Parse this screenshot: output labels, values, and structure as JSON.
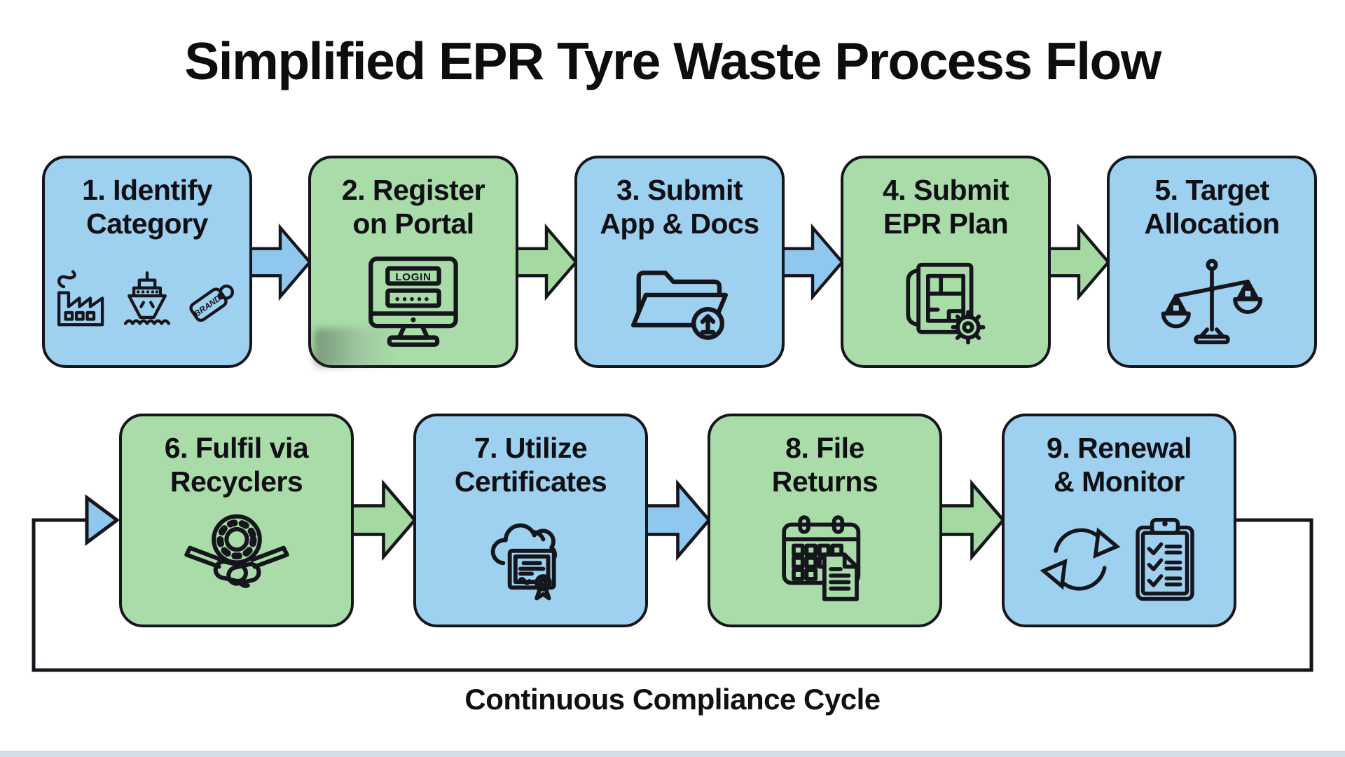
{
  "title": "Simplified EPR Tyre Waste Process Flow",
  "cycle_label": "Continuous Compliance Cycle",
  "colors": {
    "box_blue": "#9ED0F0",
    "box_green": "#A9DCA9",
    "arrow_blue": "#8FC7EE",
    "arrow_green": "#A5D9A2",
    "outline": "#15151C",
    "bottom_bar": "#D2DFE9",
    "background": "#FFFFFF"
  },
  "steps": [
    {
      "number": "1",
      "line1": "1. Identify",
      "line2": "Category",
      "color": "blue",
      "icons": [
        "factory-icon",
        "ship-icon",
        "brand-tag-icon"
      ],
      "tag_text": "BRAND"
    },
    {
      "number": "2",
      "line1": "2. Register",
      "line2": "on Portal",
      "color": "green",
      "icons": [
        "login-monitor-icon"
      ],
      "login_text": "LOGIN",
      "password_dots": "•••••"
    },
    {
      "number": "3",
      "line1": "3. Submit",
      "line2": "App & Docs",
      "color": "blue",
      "icons": [
        "folder-upload-icon"
      ]
    },
    {
      "number": "4",
      "line1": "4. Submit",
      "line2": "EPR Plan",
      "color": "green",
      "icons": [
        "blueprint-gear-icon"
      ]
    },
    {
      "number": "5",
      "line1": "5. Target",
      "line2": "Allocation",
      "color": "blue",
      "icons": [
        "balance-scale-icon"
      ]
    },
    {
      "number": "6",
      "line1": "6. Fulfil via",
      "line2": "Recyclers",
      "color": "green",
      "icons": [
        "tyre-handshake-icon"
      ]
    },
    {
      "number": "7",
      "line1": "7. Utilize",
      "line2": "Certificates",
      "color": "blue",
      "icons": [
        "cloud-certificate-icon"
      ]
    },
    {
      "number": "8",
      "line1": "8. File",
      "line2": "Returns",
      "color": "green",
      "icons": [
        "calendar-document-icon"
      ]
    },
    {
      "number": "9",
      "line1": "9. Renewal",
      "line2": "& Monitor",
      "color": "blue",
      "icons": [
        "refresh-arrows-icon",
        "checklist-clipboard-icon"
      ]
    }
  ]
}
